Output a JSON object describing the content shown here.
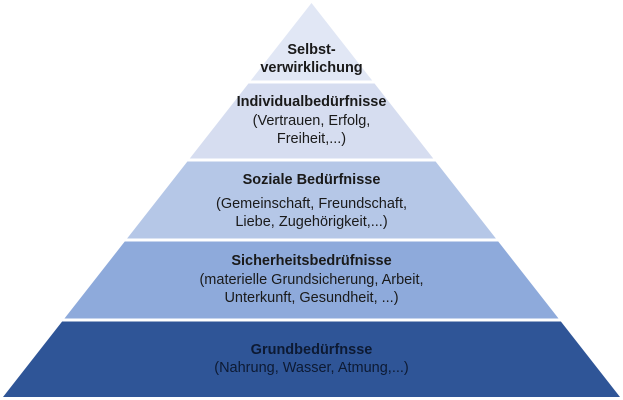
{
  "layers": [
    {
      "title": "Selbst-",
      "title2": "verwirklichung",
      "color": "#e1e7f5"
    },
    {
      "title": "Individualbedürfnisse",
      "line1": "(Vertrauen, Erfolg,",
      "line2": "Freiheit,...)",
      "color": "#d6ddf0"
    },
    {
      "title": "Soziale Bedürfnisse",
      "line1": "(Gemeinschaft, Freundschaft,",
      "line2": "Liebe, Zugehörigkeit,...)",
      "color": "#b5c7e7"
    },
    {
      "title": "Sicherheitsbedrüfnisse",
      "line1": "(materielle Grundsicherung, Arbeit,",
      "line2": "Unterkunft, Gesundheit, ...)",
      "color": "#8eaadb"
    },
    {
      "title": "Grundbedürfnsse",
      "line1": "(Nahrung, Wasser, Atmung,...)",
      "color": "#2f5597"
    }
  ]
}
